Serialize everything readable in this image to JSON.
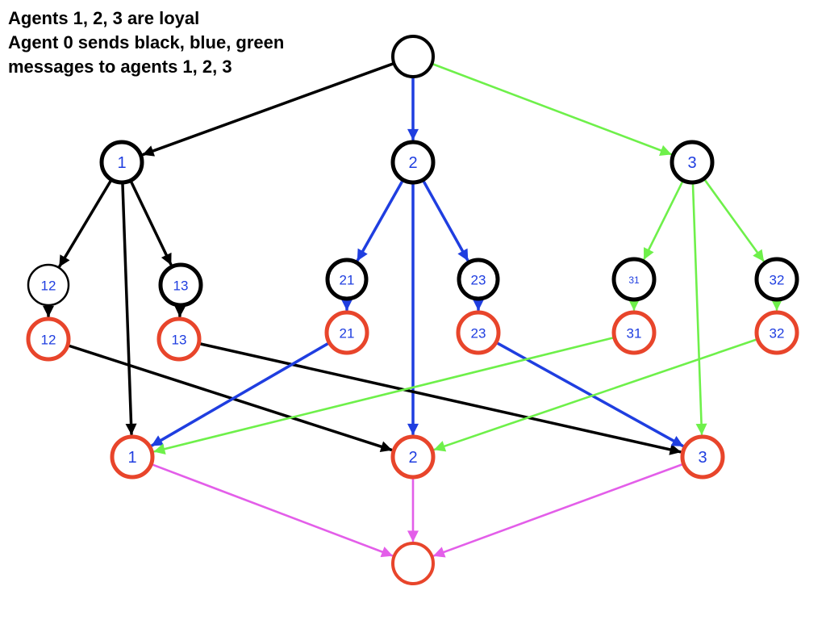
{
  "caption": {
    "line1": "Agents 1, 2, 3 are loyal",
    "line2": "Agent 0 sends black, blue, green",
    "line3": "messages to agents 1, 2, 3"
  },
  "colors": {
    "black": "#000000",
    "blue": "#1f3ee0",
    "green": "#6ef04a",
    "magenta": "#e35ee9",
    "red_node": "#e8452b",
    "label": "#1f3ee0"
  },
  "nodes": [
    {
      "id": "root",
      "label": "",
      "ring": "black"
    },
    {
      "id": "n1",
      "label": "1",
      "ring": "black"
    },
    {
      "id": "n2",
      "label": "2",
      "ring": "black"
    },
    {
      "id": "n3",
      "label": "3",
      "ring": "black"
    },
    {
      "id": "n12",
      "label": "12",
      "ring": "black"
    },
    {
      "id": "n13",
      "label": "13",
      "ring": "black"
    },
    {
      "id": "n21",
      "label": "21",
      "ring": "black"
    },
    {
      "id": "n23",
      "label": "23",
      "ring": "black"
    },
    {
      "id": "n31",
      "label": "31",
      "ring": "black"
    },
    {
      "id": "n32",
      "label": "32",
      "ring": "black"
    },
    {
      "id": "r12",
      "label": "12",
      "ring": "red"
    },
    {
      "id": "r13",
      "label": "13",
      "ring": "red"
    },
    {
      "id": "r21",
      "label": "21",
      "ring": "red"
    },
    {
      "id": "r23",
      "label": "23",
      "ring": "red"
    },
    {
      "id": "r31",
      "label": "31",
      "ring": "red"
    },
    {
      "id": "r32",
      "label": "32",
      "ring": "red"
    },
    {
      "id": "f1",
      "label": "1",
      "ring": "red"
    },
    {
      "id": "f2",
      "label": "2",
      "ring": "red"
    },
    {
      "id": "f3",
      "label": "3",
      "ring": "red"
    },
    {
      "id": "sink",
      "label": "",
      "ring": "red"
    }
  ],
  "edges": [
    {
      "from": "root",
      "to": "n1",
      "color": "black"
    },
    {
      "from": "root",
      "to": "n2",
      "color": "blue"
    },
    {
      "from": "root",
      "to": "n3",
      "color": "green"
    },
    {
      "from": "n1",
      "to": "n12",
      "color": "black"
    },
    {
      "from": "n1",
      "to": "n13",
      "color": "black"
    },
    {
      "from": "n1",
      "to": "f1",
      "color": "black"
    },
    {
      "from": "n2",
      "to": "n21",
      "color": "blue"
    },
    {
      "from": "n2",
      "to": "n23",
      "color": "blue"
    },
    {
      "from": "n2",
      "to": "f2",
      "color": "blue"
    },
    {
      "from": "n3",
      "to": "n31",
      "color": "green"
    },
    {
      "from": "n3",
      "to": "n32",
      "color": "green"
    },
    {
      "from": "n3",
      "to": "f3",
      "color": "green"
    },
    {
      "from": "n12",
      "to": "r12",
      "color": "black"
    },
    {
      "from": "n13",
      "to": "r13",
      "color": "black"
    },
    {
      "from": "n21",
      "to": "r21",
      "color": "blue"
    },
    {
      "from": "n23",
      "to": "r23",
      "color": "blue"
    },
    {
      "from": "n31",
      "to": "r31",
      "color": "green"
    },
    {
      "from": "n32",
      "to": "r32",
      "color": "green"
    },
    {
      "from": "r12",
      "to": "f2",
      "color": "black"
    },
    {
      "from": "r13",
      "to": "f3",
      "color": "black"
    },
    {
      "from": "r21",
      "to": "f1",
      "color": "blue"
    },
    {
      "from": "r23",
      "to": "f3",
      "color": "blue"
    },
    {
      "from": "r31",
      "to": "f1",
      "color": "green"
    },
    {
      "from": "r32",
      "to": "f2",
      "color": "green"
    },
    {
      "from": "f1",
      "to": "sink",
      "color": "magenta"
    },
    {
      "from": "f2",
      "to": "sink",
      "color": "magenta"
    },
    {
      "from": "f3",
      "to": "sink",
      "color": "magenta"
    }
  ]
}
